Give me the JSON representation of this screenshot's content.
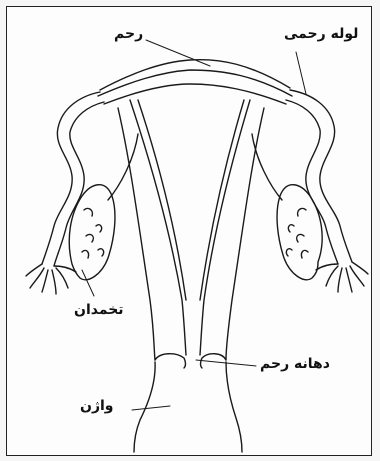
{
  "labels": {
    "uterus": "رحم",
    "fallopian_tube": "لوله رحمی",
    "ovary": "تخمدان",
    "cervix": "دهانه رحم",
    "vagina": "واژن"
  }
}
